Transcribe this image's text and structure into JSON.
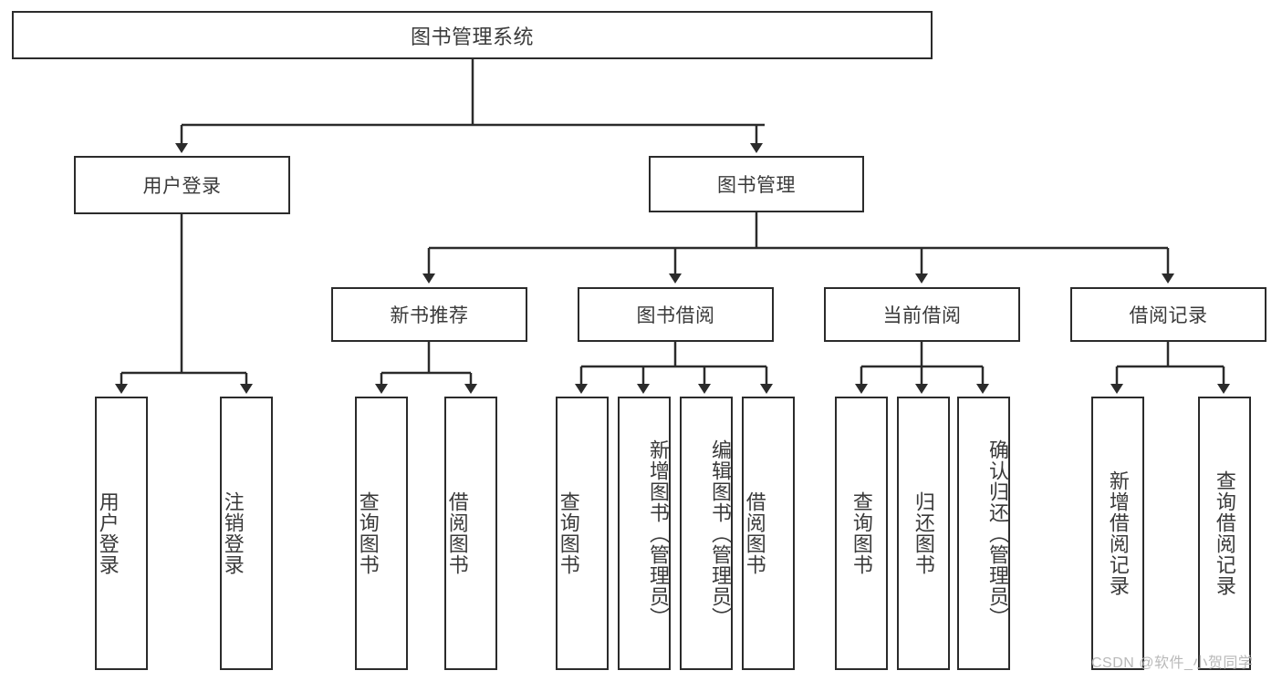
{
  "diagram": {
    "type": "tree",
    "title": "图书管理系统",
    "watermark": "CSDN @软件_小贺同学",
    "root": {
      "label": "图书管理系统"
    },
    "level2": [
      {
        "label": "用户登录"
      },
      {
        "label": "图书管理"
      }
    ],
    "level3": [
      {
        "label": "新书推荐"
      },
      {
        "label": "图书借阅"
      },
      {
        "label": "当前借阅"
      },
      {
        "label": "借阅记录"
      }
    ],
    "leaves": {
      "user_login": [
        {
          "label": "用户登录"
        },
        {
          "label": "注销登录"
        }
      ],
      "new_book": [
        {
          "label": "查询图书"
        },
        {
          "label": "借阅图书"
        }
      ],
      "book_borrow": [
        {
          "label": "查询图书"
        },
        {
          "label": "新增图书（管理员）"
        },
        {
          "label": "编辑图书（管理员）"
        },
        {
          "label": "借阅图书"
        }
      ],
      "current_borrow": [
        {
          "label": "查询图书"
        },
        {
          "label": "归还图书"
        },
        {
          "label": "确认归还（管理员）"
        }
      ],
      "borrow_record": [
        {
          "label": "新增借阅记录"
        },
        {
          "label": "查询借阅记录"
        }
      ]
    },
    "colors": {
      "line": "#2b2b2b",
      "box_fill": "#ffffff",
      "text": "#3a3a3a",
      "watermark": "#b9b9b9"
    }
  }
}
